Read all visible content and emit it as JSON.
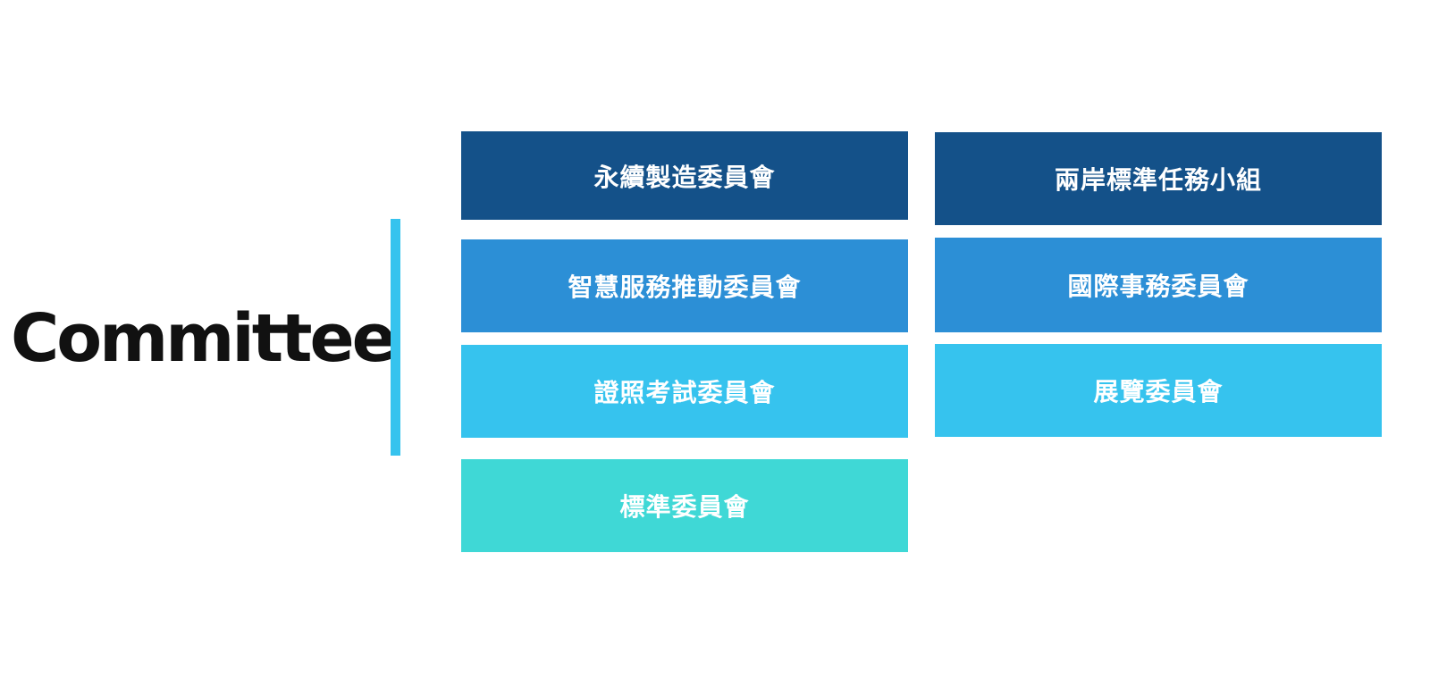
{
  "heading": "Committee",
  "colors": {
    "divider": "#36c3ee",
    "text_dark": "#111111",
    "text_light": "#ffffff"
  },
  "cards": [
    {
      "label": "永續製造委員會",
      "color": "#145189"
    },
    {
      "label": "智慧服務推動委員會",
      "color": "#2c8fd6"
    },
    {
      "label": "證照考試委員會",
      "color": "#36c3ee"
    },
    {
      "label": "標準委員會",
      "color": "#3fd8d6"
    },
    {
      "label": "兩岸標準任務小組",
      "color": "#145189"
    },
    {
      "label": "國際事務委員會",
      "color": "#2c8fd6"
    },
    {
      "label": "展覽委員會",
      "color": "#36c3ee"
    }
  ]
}
